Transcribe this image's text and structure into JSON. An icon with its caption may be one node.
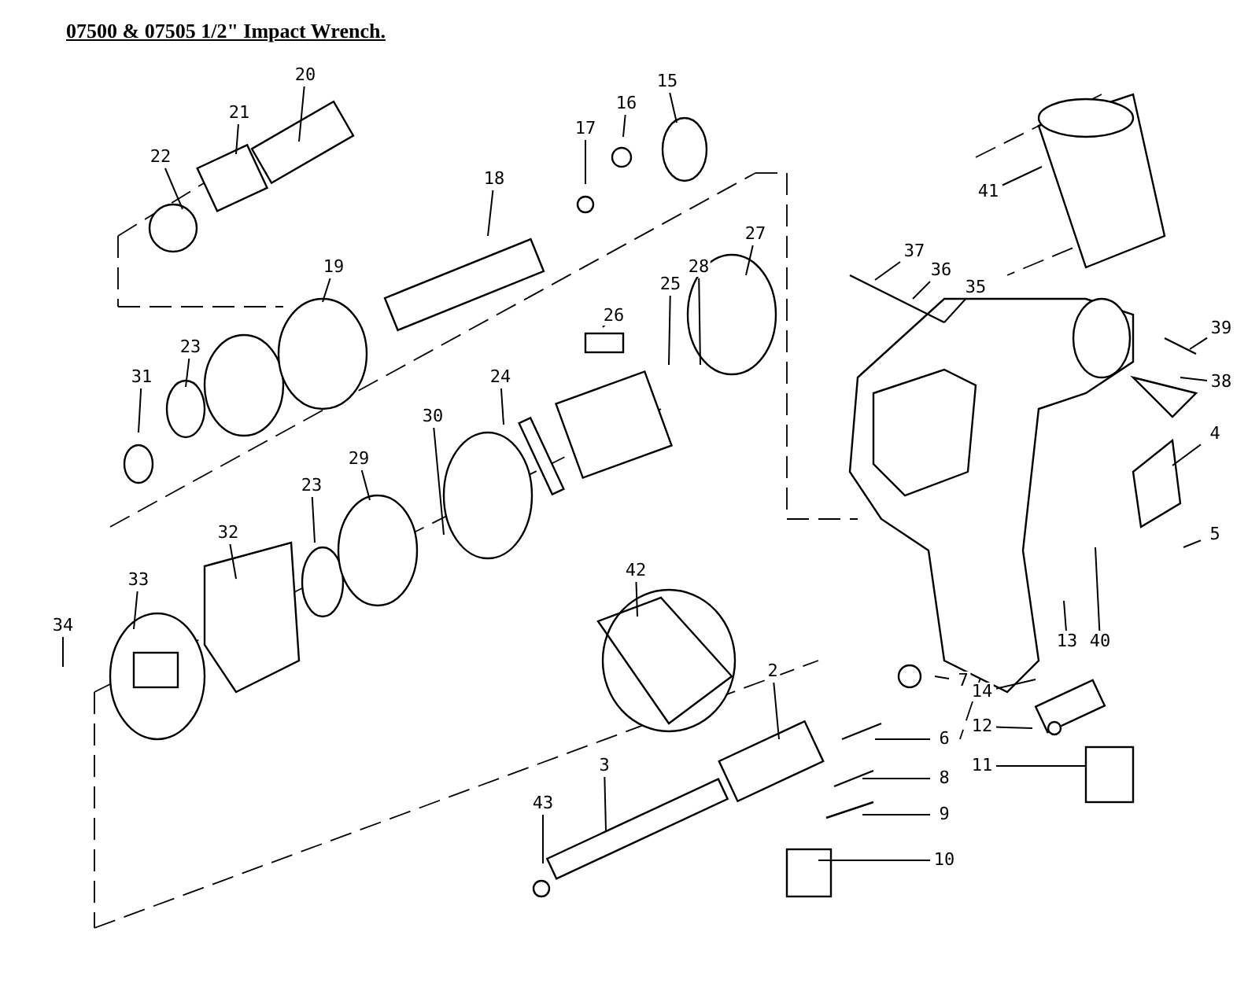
{
  "diagram": {
    "title": "07500 & 07505 1/2\" Impact Wrench.",
    "nodes": [
      {
        "text": [
          "20"
        ]
      },
      {
        "text": [
          "15"
        ]
      },
      {
        "text": [
          "21"
        ]
      },
      {
        "text": [
          "16"
        ]
      },
      {
        "text": [
          "17"
        ]
      },
      {
        "text": [
          "22"
        ]
      },
      {
        "text": [
          "18"
        ]
      },
      {
        "text": [
          "41"
        ]
      },
      {
        "text": [
          "27"
        ]
      },
      {
        "text": [
          "37"
        ]
      },
      {
        "text": [
          "19"
        ]
      },
      {
        "text": [
          "28"
        ]
      },
      {
        "text": [
          "36"
        ]
      },
      {
        "text": [
          "25"
        ]
      },
      {
        "text": [
          "35"
        ]
      },
      {
        "text": [
          "26"
        ]
      },
      {
        "text": [
          "39"
        ]
      },
      {
        "text": [
          "23"
        ]
      },
      {
        "text": [
          "31"
        ]
      },
      {
        "text": [
          "24"
        ]
      },
      {
        "text": [
          "38"
        ]
      },
      {
        "text": [
          "30"
        ]
      },
      {
        "text": [
          "4"
        ]
      },
      {
        "text": [
          "29"
        ]
      },
      {
        "text": [
          "23"
        ]
      },
      {
        "text": [
          "32"
        ]
      },
      {
        "text": [
          "5"
        ]
      },
      {
        "text": [
          "42"
        ]
      },
      {
        "text": [
          "33"
        ]
      },
      {
        "text": [
          "34"
        ]
      },
      {
        "text": [
          "13"
        ]
      },
      {
        "text": [
          "40"
        ]
      },
      {
        "text": [
          "2"
        ]
      },
      {
        "text": [
          "7"
        ]
      },
      {
        "text": [
          "14"
        ]
      },
      {
        "text": [
          "12"
        ]
      },
      {
        "text": [
          "6"
        ]
      },
      {
        "text": [
          "3"
        ]
      },
      {
        "text": [
          "11"
        ]
      },
      {
        "text": [
          "8"
        ]
      },
      {
        "text": [
          "43"
        ]
      },
      {
        "text": [
          "9"
        ]
      },
      {
        "text": [
          "10"
        ]
      }
    ],
    "edges": [
      {
        "from": 0,
        "to": null,
        "arrow": "none"
      },
      {
        "from": 1,
        "to": null,
        "arrow": "none"
      },
      {
        "from": 2,
        "to": null,
        "arrow": "none"
      },
      {
        "from": 3,
        "to": null,
        "arrow": "none"
      },
      {
        "from": 4,
        "to": null,
        "arrow": "none"
      },
      {
        "from": 5,
        "to": null,
        "arrow": "none"
      },
      {
        "from": 6,
        "to": null,
        "arrow": "none"
      },
      {
        "from": 7,
        "to": null,
        "arrow": "none"
      },
      {
        "from": 8,
        "to": null,
        "arrow": "none"
      },
      {
        "from": 9,
        "to": null,
        "arrow": "none"
      },
      {
        "from": 10,
        "to": null,
        "arrow": "none"
      },
      {
        "from": 11,
        "to": null,
        "arrow": "none"
      },
      {
        "from": 12,
        "to": null,
        "arrow": "none"
      },
      {
        "from": 13,
        "to": null,
        "arrow": "none"
      },
      {
        "from": 14,
        "to": null,
        "arrow": "none"
      },
      {
        "from": 15,
        "to": null,
        "arrow": "none"
      },
      {
        "from": 16,
        "to": null,
        "arrow": "none"
      },
      {
        "from": 17,
        "to": null,
        "arrow": "none"
      },
      {
        "from": 18,
        "to": null,
        "arrow": "none"
      },
      {
        "from": 19,
        "to": null,
        "arrow": "none"
      },
      {
        "from": 20,
        "to": null,
        "arrow": "none"
      },
      {
        "from": 21,
        "to": null,
        "arrow": "none"
      },
      {
        "from": 22,
        "to": null,
        "arrow": "none"
      },
      {
        "from": 23,
        "to": null,
        "arrow": "none"
      },
      {
        "from": 24,
        "to": null,
        "arrow": "none"
      },
      {
        "from": 25,
        "to": null,
        "arrow": "none"
      },
      {
        "from": 26,
        "to": null,
        "arrow": "none"
      },
      {
        "from": 27,
        "to": null,
        "arrow": "none"
      },
      {
        "from": 28,
        "to": null,
        "arrow": "none"
      },
      {
        "from": 29,
        "to": null,
        "arrow": "none"
      },
      {
        "from": 30,
        "to": null,
        "arrow": "none"
      },
      {
        "from": 31,
        "to": null,
        "arrow": "none"
      },
      {
        "from": 32,
        "to": null,
        "arrow": "none"
      },
      {
        "from": 33,
        "to": null,
        "arrow": "none"
      },
      {
        "from": 34,
        "to": null,
        "arrow": "none"
      },
      {
        "from": 35,
        "to": null,
        "arrow": "none"
      },
      {
        "from": 36,
        "to": null,
        "arrow": "none"
      },
      {
        "from": 37,
        "to": null,
        "arrow": "none"
      },
      {
        "from": 38,
        "to": null,
        "arrow": "none"
      },
      {
        "from": 39,
        "to": null,
        "arrow": "none"
      },
      {
        "from": 40,
        "to": null,
        "arrow": "none"
      },
      {
        "from": 41,
        "to": null,
        "arrow": "none"
      },
      {
        "from": 42,
        "to": null,
        "arrow": "none"
      }
    ]
  }
}
